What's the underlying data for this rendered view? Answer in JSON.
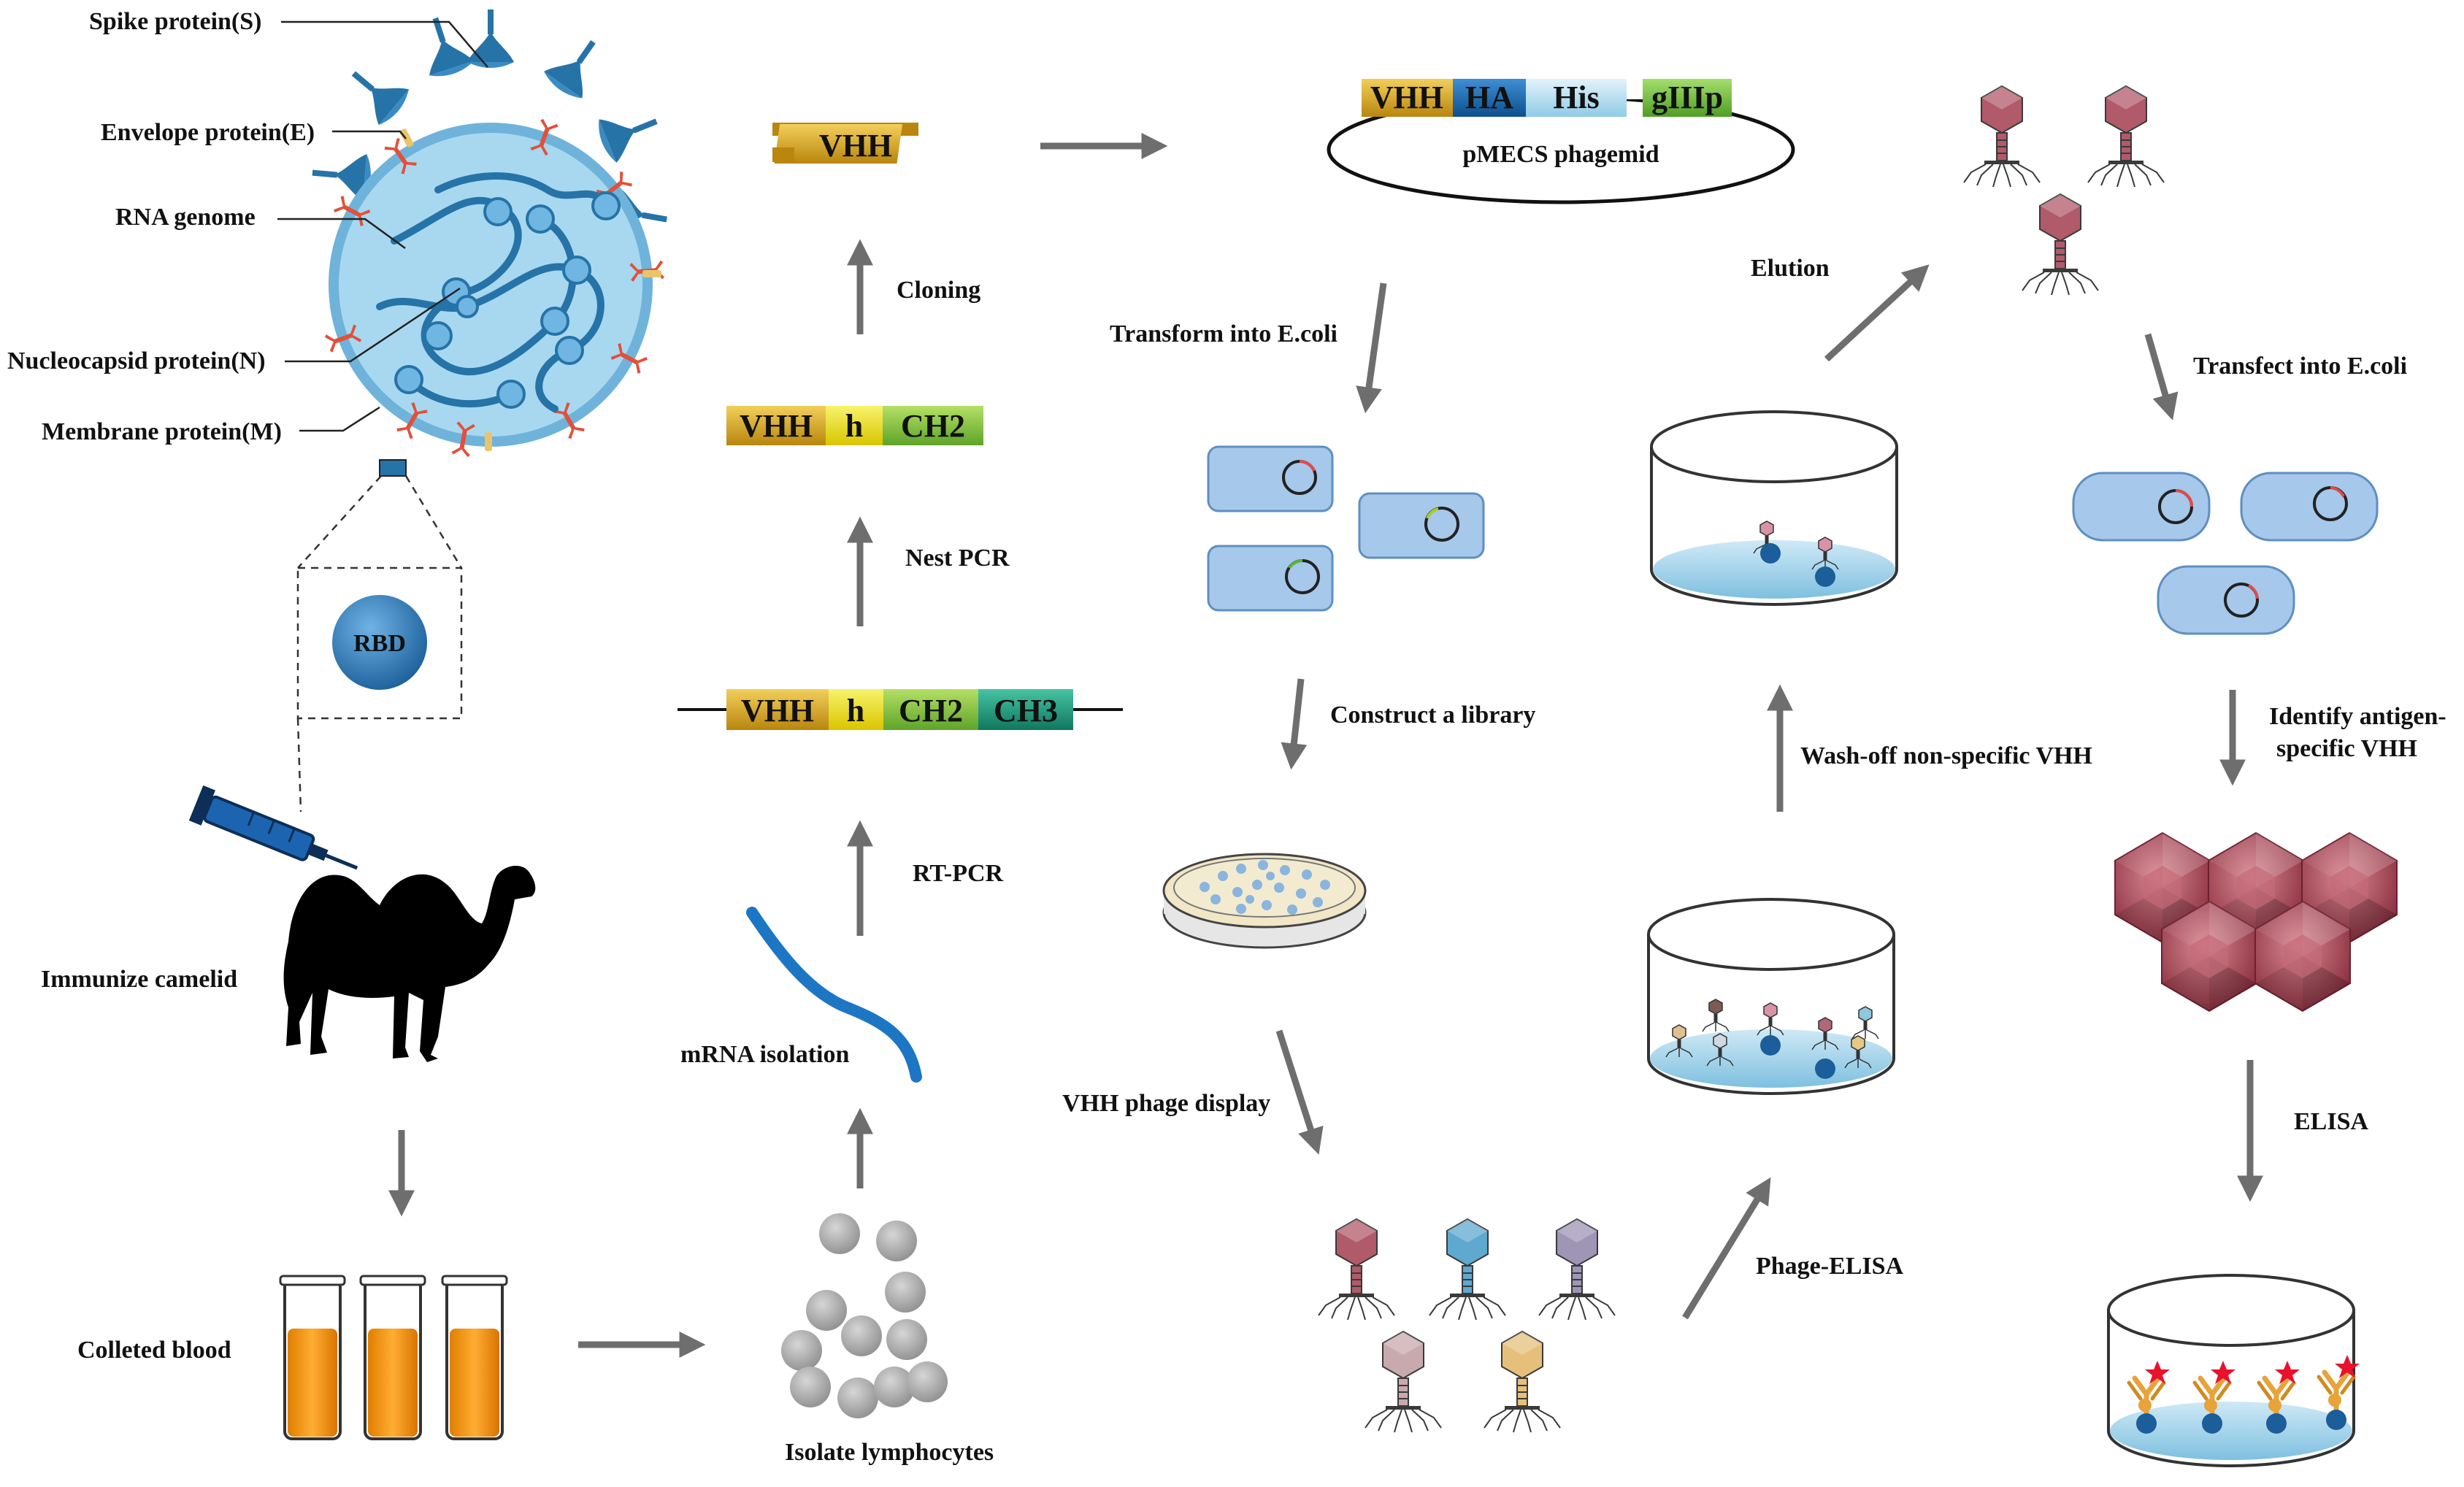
{
  "virus": {
    "spike": "Spike protein(S)",
    "envelope": "Envelope protein(E)",
    "rna": "RNA genome",
    "nucleocapsid": "Nucleocapsid protein(N)",
    "membrane": "Membrane protein(M)",
    "rbd": "RBD"
  },
  "camel_label": "Immunize camelid",
  "blood_label": "Colleted blood",
  "lymph_label": "Isolate lymphocytes",
  "mrna_label": "mRNA isolation",
  "rtpcr_label": "RT-PCR",
  "nestpcr_label": "Nest PCR",
  "cloning_label": "Cloning",
  "construct_full": {
    "vhh": "VHH",
    "h": "h",
    "ch2": "CH2",
    "ch3": "CH3"
  },
  "construct_mid": {
    "vhh": "VHH",
    "h": "h",
    "ch2": "CH2"
  },
  "construct_vhh": "VHH",
  "phagemid": {
    "vhh": "VHH",
    "ha": "HA",
    "his": "His",
    "giiip": "gIIIp",
    "name": "pMECS phagemid"
  },
  "transform_label": "Transform into E.coli",
  "library_label": "Construct a library",
  "display_label": "VHH phage display",
  "phage_elisa_label": "Phage-ELISA",
  "wash_label": "Wash-off non-specific VHH",
  "elution_label": "Elution",
  "transfect_label": "Transfect into E.coli",
  "identify_label_1": "Identify antigen-",
  "identify_label_2": "specific VHH",
  "elisa_label": "ELISA",
  "colors": {
    "virus_body": "#a8d8ef",
    "virus_blue": "#2673a8",
    "membrane_red": "#e2503a",
    "vhh_gold": "#d6a21e",
    "hinge_yellow": "#e8e200",
    "ch2_green": "#7fc232",
    "ch3_teal": "#1c9a80",
    "ha_blue": "#1a6db3",
    "giiip_green": "#6dbf3c",
    "arrow_gray": "#6e6e6e",
    "cell_blue": "#a6c8ea",
    "phage_red": "#b05a6a",
    "tube_orange": "#f39a1a"
  }
}
